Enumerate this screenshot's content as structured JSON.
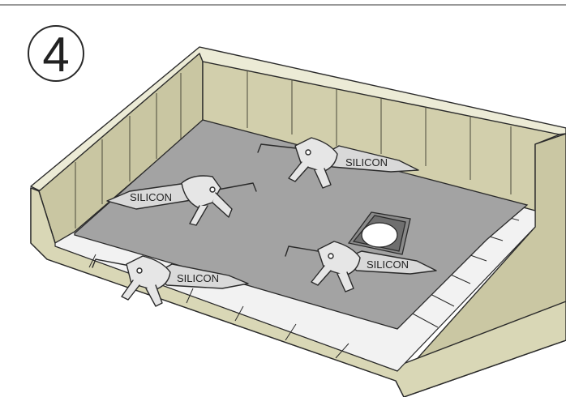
{
  "step": {
    "number": "4"
  },
  "tubes": [
    {
      "label": "SILICON"
    },
    {
      "label": "SILICON"
    },
    {
      "label": "SILICON"
    },
    {
      "label": "SILICON"
    }
  ],
  "colors": {
    "wall_face": "#d6d4b2",
    "wall_inner": "#c9c6a2",
    "wall_top": "#ecebd6",
    "membrane": "#a3a3a3",
    "tile": "#f2f2f2",
    "outline": "#2a2a2a",
    "gun_body": "#e6e6e6"
  }
}
